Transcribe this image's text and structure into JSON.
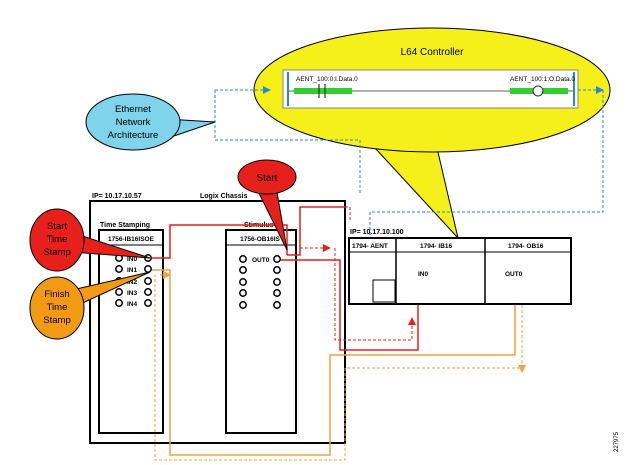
{
  "controller": {
    "title": "L64 Controller",
    "rung_left_tag": "AENT_100:0:I.Data.0",
    "rung_right_tag": "AENT_100:1:O.Data.0"
  },
  "callouts": {
    "ethernet": [
      "Ethernet",
      "Network",
      "Architecture"
    ],
    "start": "Start",
    "start_timestamp": [
      "Start",
      "Time",
      "Stamp"
    ],
    "finish_timestamp": [
      "Finish",
      "Time",
      "Stamp"
    ]
  },
  "chassis": {
    "ip": "IP= 10.17.10.57",
    "name": "Logix Chassis",
    "time_stamping_title": "Time Stamping",
    "ib_module": "1756-IB16ISOE",
    "ib_inputs": [
      "IN0",
      "IN1",
      "IN2",
      "IN3",
      "IN4"
    ],
    "stimulus_title": "Stimulus",
    "ob_module": "1756-OB16IS",
    "ob_output": "OUT0"
  },
  "remote": {
    "ip": "IP= 10.17.10.100",
    "aent": "1794- AENT",
    "ib16": "1794- IB16",
    "ob16": "1794- OB16",
    "in_label": "IN0",
    "out_label": "OUT0"
  },
  "figure_id": "227975",
  "colors": {
    "callout_yellow": "#f5ef1a",
    "ethernet_cyan": "#7fd3ea",
    "start_red": "#e8201c",
    "finish_orange": "#f29a14",
    "wire_red": "#e8201c",
    "wire_orange": "#f0a040",
    "eth_dash": "#2a8ad0",
    "rung_green": "#33cc33"
  }
}
